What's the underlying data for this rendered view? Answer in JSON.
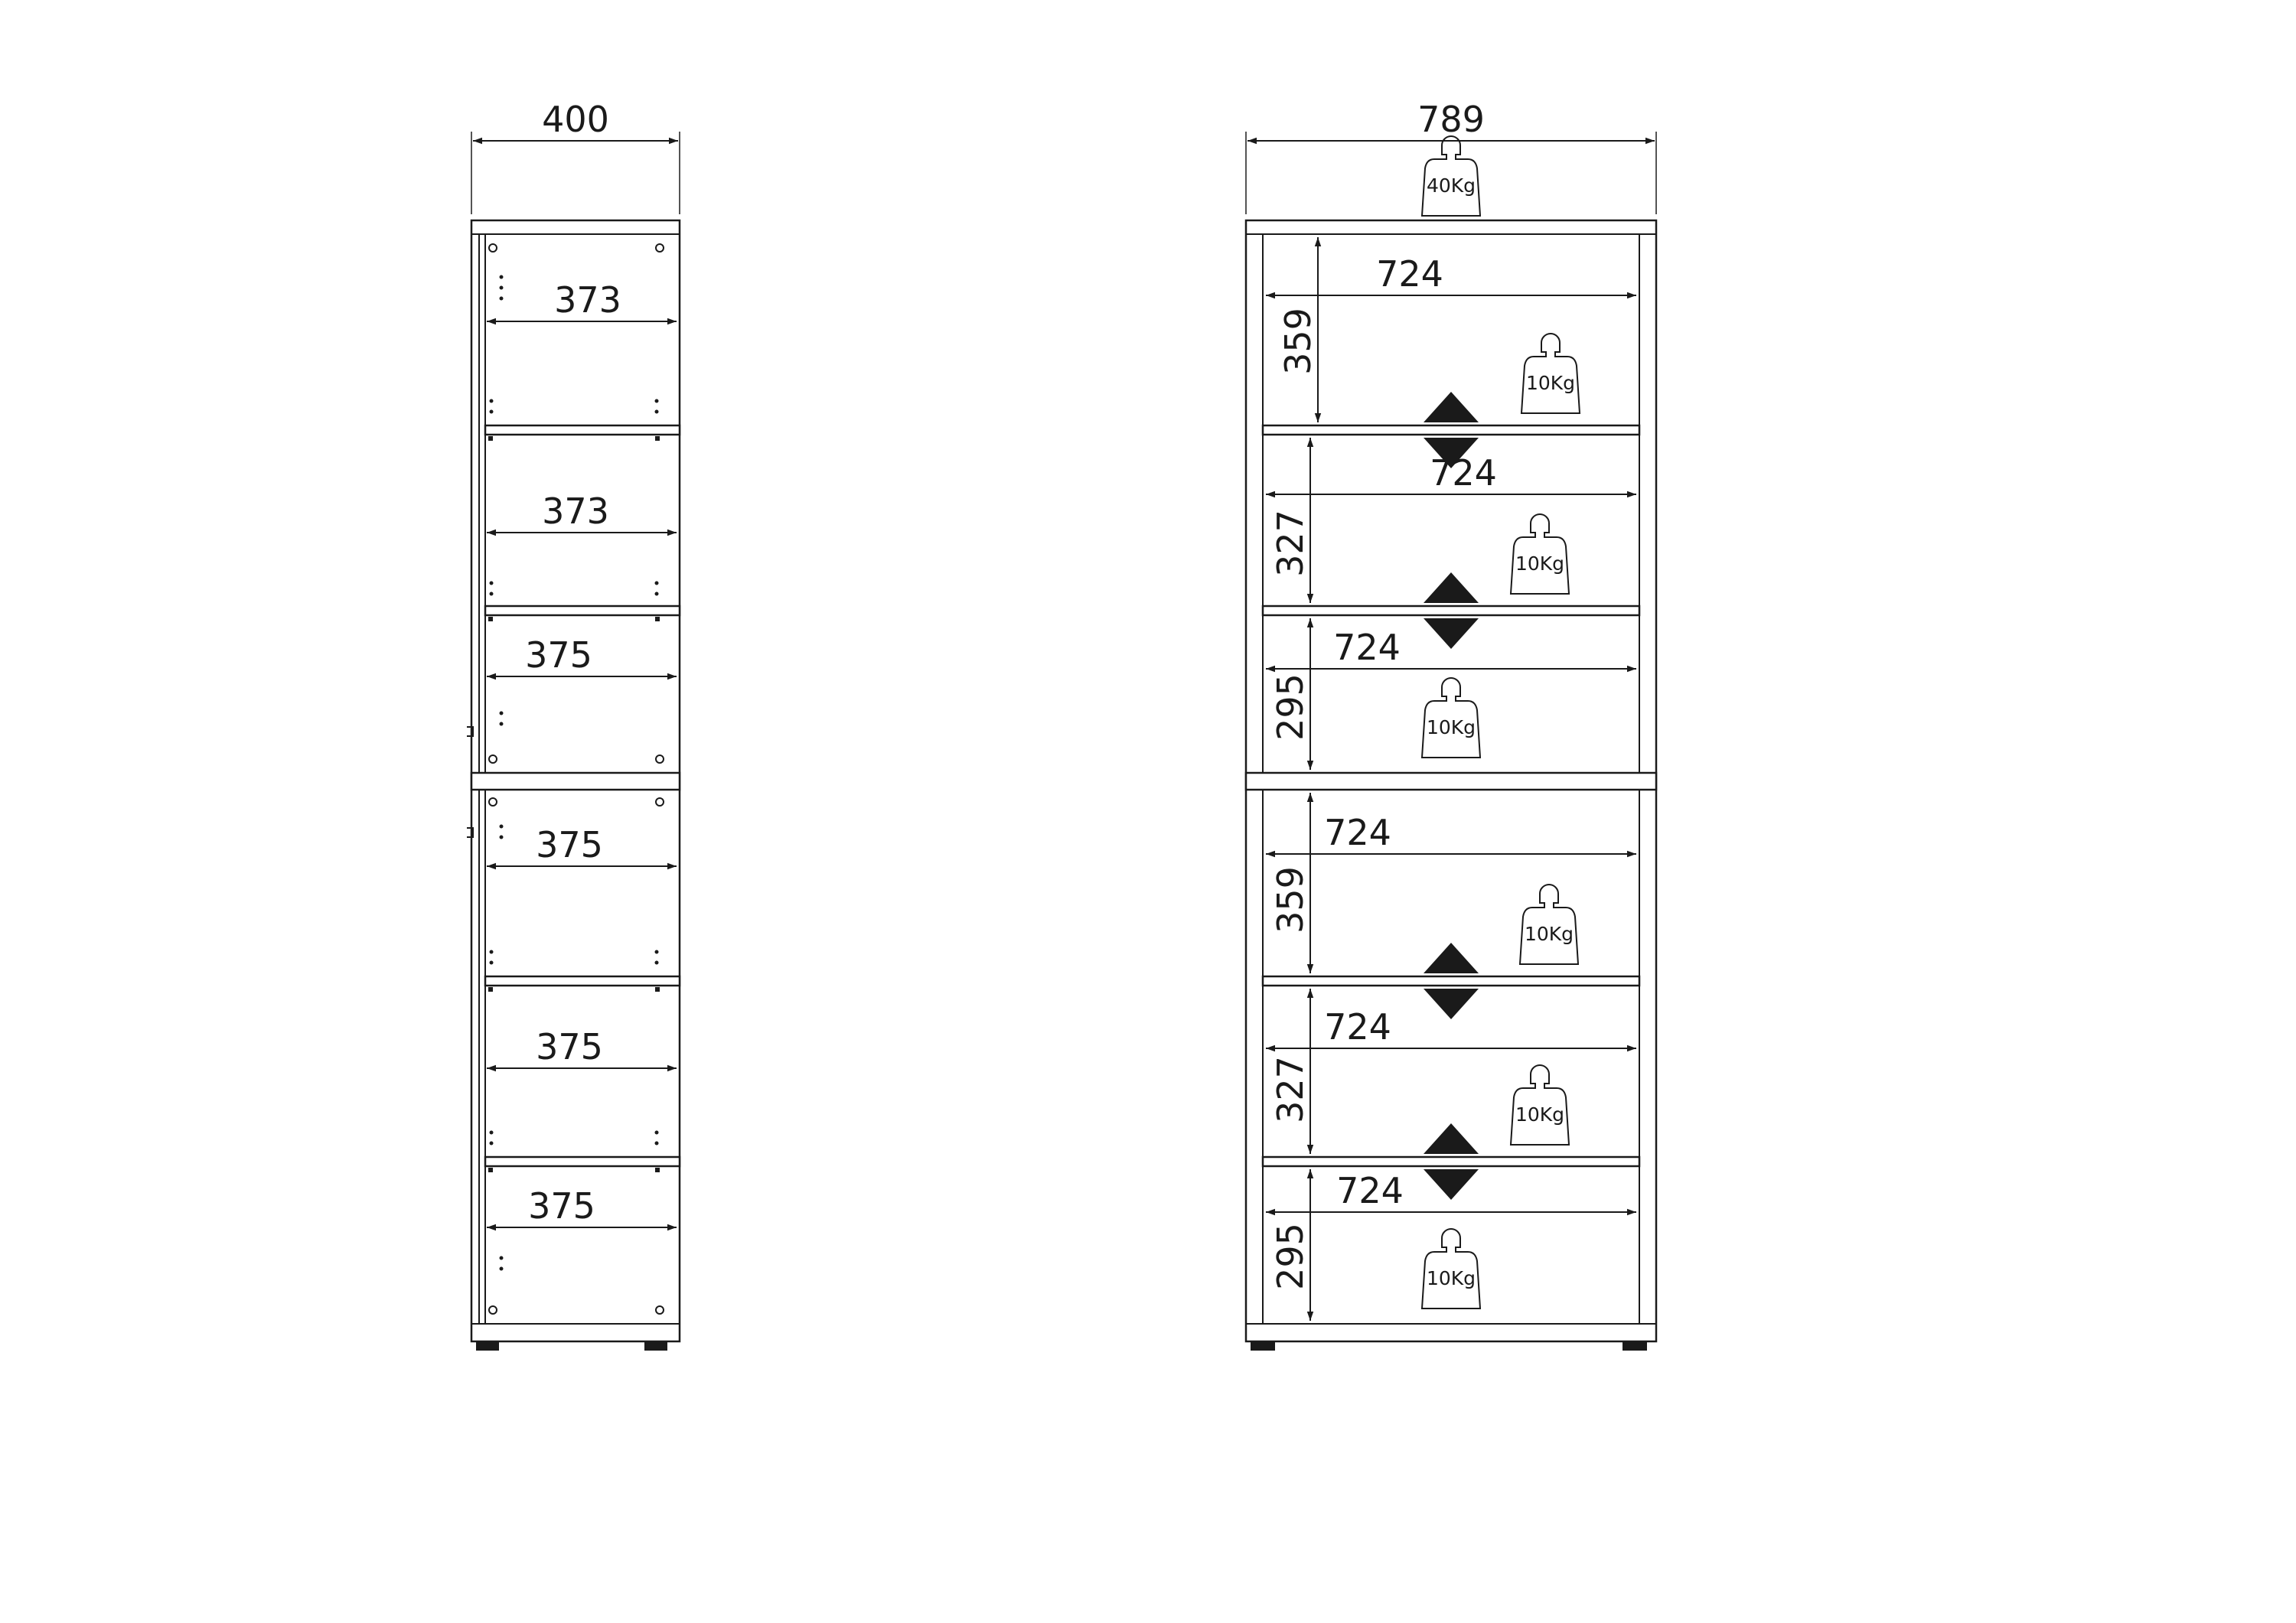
{
  "colors": {
    "line": "#1a1a1a",
    "background": "#ffffff"
  },
  "side_view": {
    "overall_width": "400",
    "compartments": [
      {
        "depth": "373"
      },
      {
        "depth": "373"
      },
      {
        "depth": "375"
      },
      {
        "depth": "375"
      },
      {
        "depth": "375"
      },
      {
        "depth": "375"
      }
    ]
  },
  "front_view": {
    "overall_width": "789",
    "top_load": "40Kg",
    "compartments": [
      {
        "width": "724",
        "height": "359",
        "load": "10Kg",
        "adjustable": true
      },
      {
        "width": "724",
        "height": "327",
        "load": "10Kg",
        "adjustable": true
      },
      {
        "width": "724",
        "height": "295",
        "load": "10Kg",
        "adjustable": false
      },
      {
        "width": "724",
        "height": "359",
        "load": "10Kg",
        "adjustable": true
      },
      {
        "width": "724",
        "height": "327",
        "load": "10Kg",
        "adjustable": true
      },
      {
        "width": "724",
        "height": "295",
        "load": "10Kg",
        "adjustable": false
      }
    ]
  },
  "icons": [
    "weight-icon",
    "shelf-adjust-arrows-icon"
  ]
}
